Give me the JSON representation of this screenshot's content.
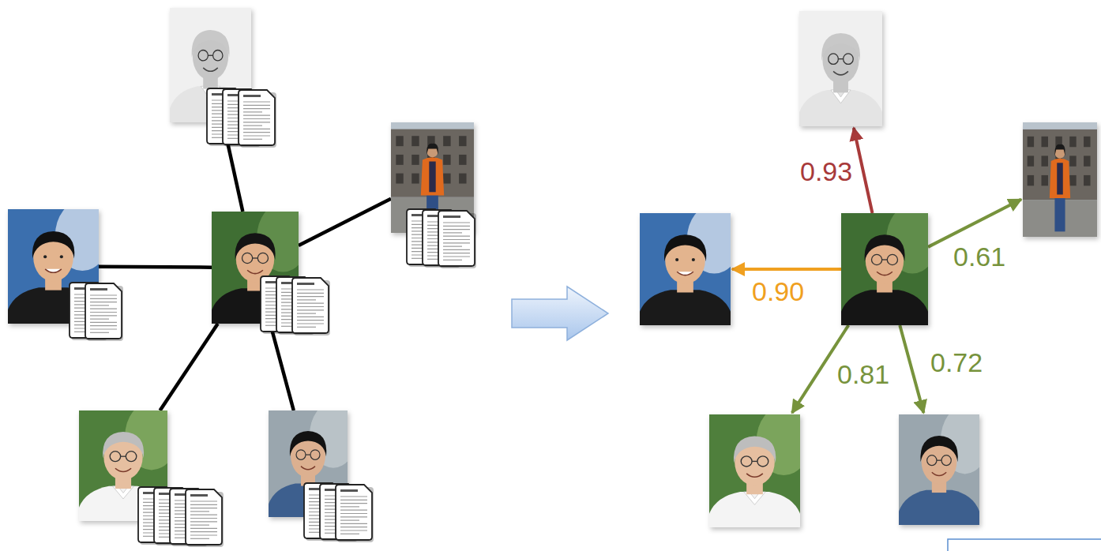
{
  "diagram": {
    "nodes": [
      {
        "text": []
      },
      {
        "text": []
      },
      {
        "text": []
      },
      {
        "text": []
      },
      {
        "text": []
      },
      {
        "text": []
      },
      {
        "text": []
      },
      {
        "text": []
      },
      {
        "text": []
      },
      {
        "text": []
      },
      {
        "text": []
      },
      {
        "text": []
      }
    ],
    "edges": [
      {
        "from": 3,
        "to": 0,
        "arrow": "none"
      },
      {
        "from": 3,
        "to": 1,
        "arrow": "none"
      },
      {
        "from": 3,
        "to": 2,
        "arrow": "none"
      },
      {
        "from": 3,
        "to": 4,
        "arrow": "none"
      },
      {
        "from": 3,
        "to": 5,
        "arrow": "none"
      },
      {
        "from": 8,
        "to": 6,
        "label": "0.93",
        "arrow": "to"
      },
      {
        "from": 8,
        "to": 7,
        "label": "0.90",
        "arrow": "to"
      },
      {
        "from": 8,
        "to": 9,
        "label": "0.61",
        "arrow": "to"
      },
      {
        "from": 8,
        "to": 10,
        "label": "0.81",
        "arrow": "to"
      },
      {
        "from": 8,
        "to": 11,
        "label": "0.72",
        "arrow": "to"
      }
    ]
  }
}
